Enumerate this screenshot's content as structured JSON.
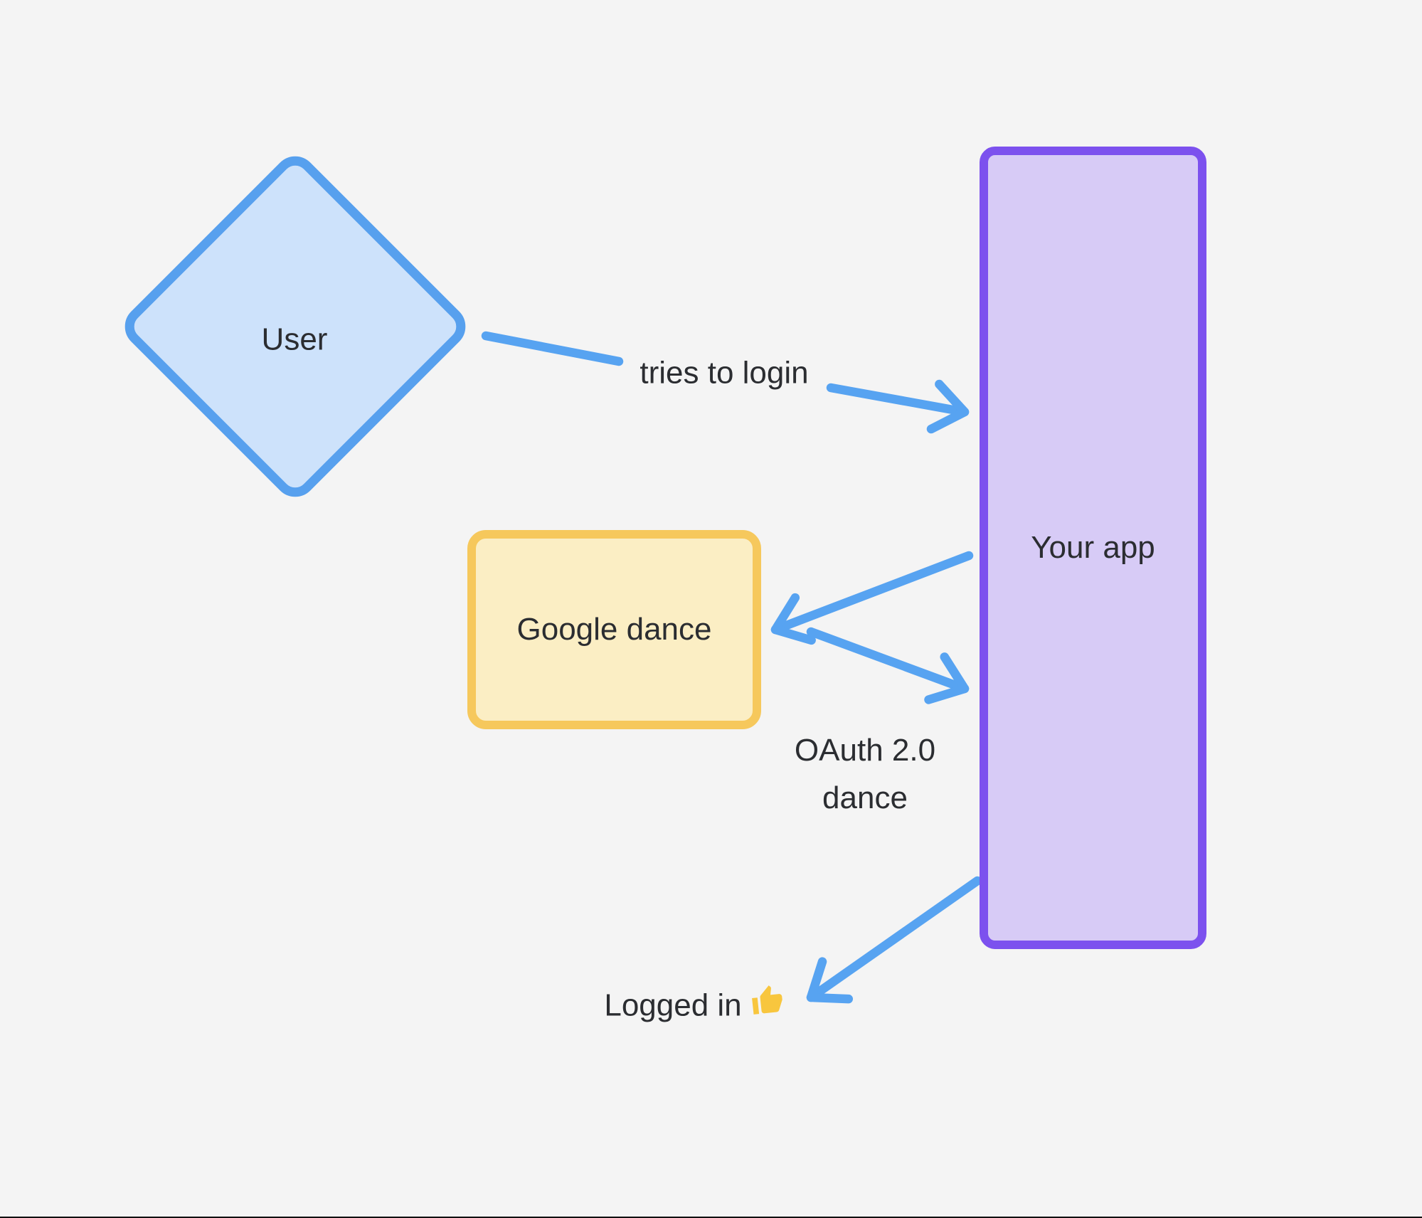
{
  "canvas": {
    "type": "flowchart-whiteboard"
  },
  "colors": {
    "background": "#f4f4f4",
    "arrow_blue": "#57a3f1",
    "text_dark": "#2b2d31",
    "user_fill": "#cde2fb",
    "user_border": "#57a0ee",
    "app_fill": "#d7cbf6",
    "app_border": "#7c51ee",
    "google_fill": "#fbeec4",
    "google_border": "#f6c85c",
    "thumb_yellow": "#f8c63e",
    "window_edge": "#101010"
  },
  "nodes": {
    "user": {
      "label": "User",
      "shape": "diamond"
    },
    "your_app": {
      "label": "Your app",
      "shape": "rectangle"
    },
    "google_dance": {
      "label": "Google dance",
      "shape": "rectangle"
    }
  },
  "edges": [
    {
      "from": "user",
      "to": "your_app",
      "label": "tries to login"
    },
    {
      "from": "your_app",
      "to": "google_dance",
      "label": ""
    },
    {
      "from": "google_dance",
      "to": "your_app",
      "label": "OAuth 2.0 dance"
    },
    {
      "from": "your_app",
      "to": "logged_in",
      "label": ""
    }
  ],
  "labels": {
    "tries_to_login": "tries to login",
    "oauth_line1": "OAuth 2.0",
    "oauth_line2": "dance",
    "logged_in": "Logged in",
    "thumbs_up": "👍",
    "thumbs_up_icon": "thumbs-up-emoji"
  }
}
